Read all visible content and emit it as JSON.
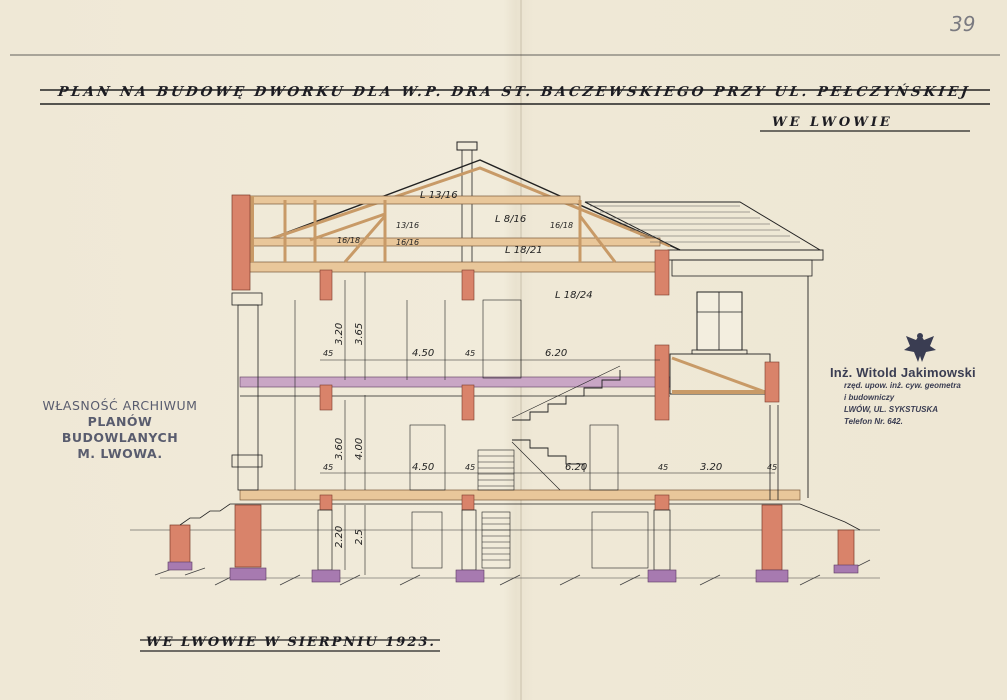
{
  "page_number": "39",
  "title": "PLAN NA BUDOWĘ DWORKU DLA W.P. DRA ST. BACZEWSKIEGO PRZY UL. PEŁCZYŃSKIEJ",
  "subtitle": "WE LWOWIE",
  "date_line": "WE LWOWIE W SIERPNIU 1923.",
  "archive_stamp": {
    "line1": "WŁASNOŚĆ ARCHIWUM",
    "line2": "PLANÓW BUDOWLANYCH",
    "line3": "M. LWOWA."
  },
  "engineer_stamp": {
    "name": "Inż. Witold Jakimowski",
    "line1": "rzęd. upow. inż. cyw. geometra",
    "line2": "i budowniczy",
    "line3": "LWÓW, UL. SYKSTUSKA",
    "line4": "Telefon Nr. 642."
  },
  "dimensions": {
    "timber_roof_top": "L 13/16",
    "timber_ridge": "L 8/16",
    "timber_left_a": "16/18",
    "timber_left_b": "13/16",
    "timber_left_c": "16/16",
    "timber_right": "16/18",
    "timber_mid": "L 18/21",
    "beam_first": "L 18/24",
    "height_upper_a": "3.20",
    "height_upper_b": "3.65",
    "height_ground_a": "3.60",
    "height_ground_b": "4.00",
    "height_base_a": "2.20",
    "height_base_b": "2.5",
    "wall_45": "45",
    "span_upper_left": "4.50",
    "span_upper_right": "6.20",
    "span_ground_left": "4.50",
    "span_ground_mid": "6.20",
    "span_ground_right": "3.20"
  },
  "colors": {
    "paper": "#efe8d6",
    "ink": "#222222",
    "brick": "#d9836a",
    "timber": "#e9c79a",
    "foundation": "#a77ab0"
  }
}
